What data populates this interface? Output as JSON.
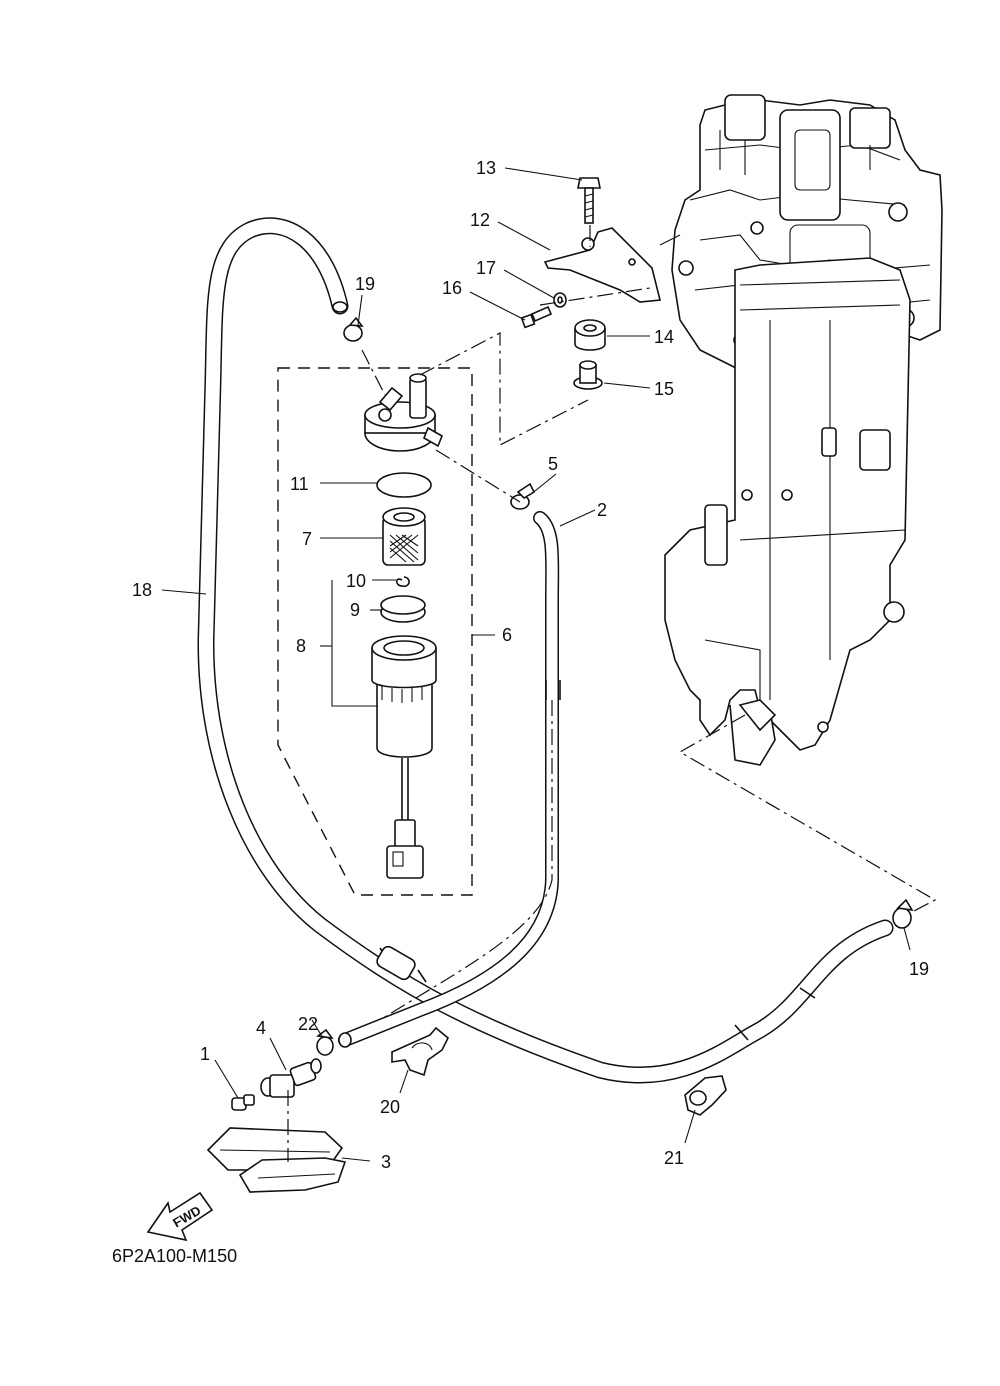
{
  "diagram": {
    "callouts": {
      "p1": "1",
      "p2": "2",
      "p3": "3",
      "p4": "4",
      "p5": "5",
      "p6": "6",
      "p7": "7",
      "p8": "8",
      "p9": "9",
      "p10": "10",
      "p11": "11",
      "p12": "12",
      "p13": "13",
      "p14": "14",
      "p15": "15",
      "p16": "16",
      "p17": "17",
      "p18": "18",
      "p19a": "19",
      "p19b": "19",
      "p20": "20",
      "p21": "21",
      "p22": "22"
    },
    "fwd_label": "FWD",
    "drawing_code": "6P2A100-M150"
  }
}
